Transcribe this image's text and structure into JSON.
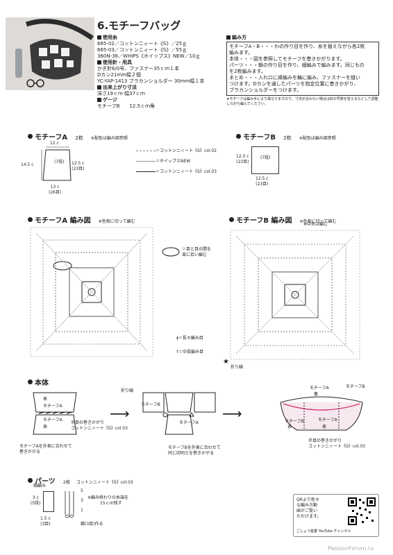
{
  "header": {
    "number": "6",
    "title": "モチーフバッグ"
  },
  "materials": {
    "yarn_heading": "使用糸",
    "yarn_lines": [
      "665-02／コットンニィート《S》／25ｇ",
      "665-03／コットンニィート《S》／55ｇ",
      "360N-36／WHIPS《ホイップス》NEW／10ｇ"
    ],
    "tools_heading": "使用針・用具",
    "tool_lines": [
      "かぎ針6/0号、ファスナー35ｃｍ１本",
      "Dカン21mm幅２個",
      "YC-YAP-1413 ブラカンショルダー 30mm幅１本"
    ],
    "size_heading": "出来上がり寸法",
    "size_line": "深さ19ｃｍ 幅37ｃｍ",
    "gauge_heading": "ゲージ",
    "gauge_line": "モチーフB　　12.5ｃｍ角"
  },
  "method": {
    "heading": "編み方",
    "lines": [
      "モチーフA・B・・・わの作り目を作り、糸を替えながら各2枚",
      "編みます。",
      "本体・・・図を参照してモチーフを巻きかがります。",
      "パーツ・・・鎖の作り目を作り、細編みで編みます。同じもの",
      "を2枚編みます。",
      "まとめ・・・入れ口に縁編みを輪に編み、ファスナーを縫い",
      "つけます。Dカンを通したパーツを指定位置に巻きかがり、",
      "ブラカンショルダーをつけます。"
    ],
    "note": "★モチーフは編み手により異なりますので、寸法が合わない場合は針の号数を替えるなどして調整しながら編んでください。"
  },
  "motifA": {
    "heading": "モチーフA",
    "count": "2枚",
    "note": "※配色は編み図参照",
    "dim_top": "12 c",
    "dim_left": "14.5 c",
    "dim_right": "12.5 c",
    "dim_right_sub": "(23目)",
    "dim_bottom": "13 c",
    "dim_bottom_sub": "(26目)",
    "center_label": "(7段)"
  },
  "legend": {
    "items": [
      "＝コットンニィート《S》col.02",
      "＝ホイップスNEW",
      "＝コットンニィート《S》col.03"
    ]
  },
  "motifB": {
    "heading": "モチーフB",
    "count": "2枚",
    "note": "※配色は編み図参照",
    "dim_left": "12.5 c",
    "dim_left_sub": "(23目)",
    "dim_bottom": "12.5 c",
    "dim_bottom_sub": "(23目)",
    "center_label": "(7段)"
  },
  "chartA": {
    "heading": "モチーフA 編み図",
    "note": "※色毎に切って編む"
  },
  "chartB": {
    "heading": "モチーフB 編み図",
    "note1": "※色毎に切って編む",
    "note2": "※中央は編む",
    "fold": "折り線"
  },
  "symbols": {
    "oval_note_1": "＝目と目の間を",
    "oval_note_2": "束に拾い編む",
    "long_note": "＝長々編み目",
    "mid_note": "＝中長編み目"
  },
  "body": {
    "heading": "本体",
    "fold_label": "折り線",
    "front": "表",
    "back": "裏",
    "motifA": "モチーフA",
    "motifB": "モチーフB",
    "half_stitch_1": "半目の巻きかがり",
    "half_stitch_2": "コットンニィート《S》col.03",
    "step1_note_1": "モチーフAを外表に合わせて",
    "step1_note_2": "巻きかがる",
    "step2_note_1": "モチーフBを外表に合わせて",
    "step2_note_2": "同じ印同士を巻きかがる",
    "step3_half_1": "半目の巻きかがり",
    "step3_half_2": "コットンニィート《S》col.03"
  },
  "parts": {
    "heading": "パーツ",
    "count": "2枚",
    "yarn": "コットンニィート《S》col.03",
    "edge": "細編み",
    "dim_left": "3 c",
    "dim_left_sub": "(5段)",
    "dim_bottom": "1.5 c",
    "dim_bottom_sub": "(3目)",
    "note_1": "※編み終わりの糸端を",
    "note_2": "15ｃｍ残す",
    "chain": "鎖(3目)作る",
    "rows": [
      "5",
      "3",
      "1"
    ]
  },
  "qr": {
    "lines": [
      "QRより色々",
      "な編み方動",
      "画がご覧い",
      "ただけます。"
    ],
    "channel": "ごしょう産業 YouTube チャンネル"
  },
  "footer": {
    "watermark": "PassionForum.ru"
  }
}
